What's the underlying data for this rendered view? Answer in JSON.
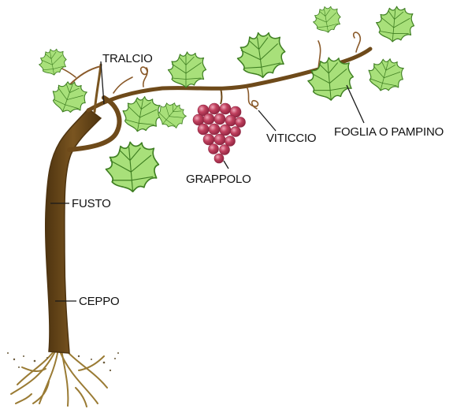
{
  "labels": {
    "tralcio": "TRALCIO",
    "fusto": "FUSTO",
    "ceppo": "CEPPO",
    "grappolo": "GRAPPOLO",
    "viticcio": "VITICCIO",
    "foglia": "FOGLIA O PAMPINO"
  },
  "colors": {
    "trunk": "#6e4a1a",
    "trunk_dark": "#4e3410",
    "trunk_light": "#8a6428",
    "leaf_fill": "#a8e07a",
    "leaf_stroke": "#3f7f22",
    "grape": "#c0405e",
    "grape_dark": "#8e2440",
    "grape_highlight": "#f1a9bb",
    "root": "#9a7b34",
    "tendril": "#8a5a2a",
    "soil": "#6b5a3a"
  }
}
